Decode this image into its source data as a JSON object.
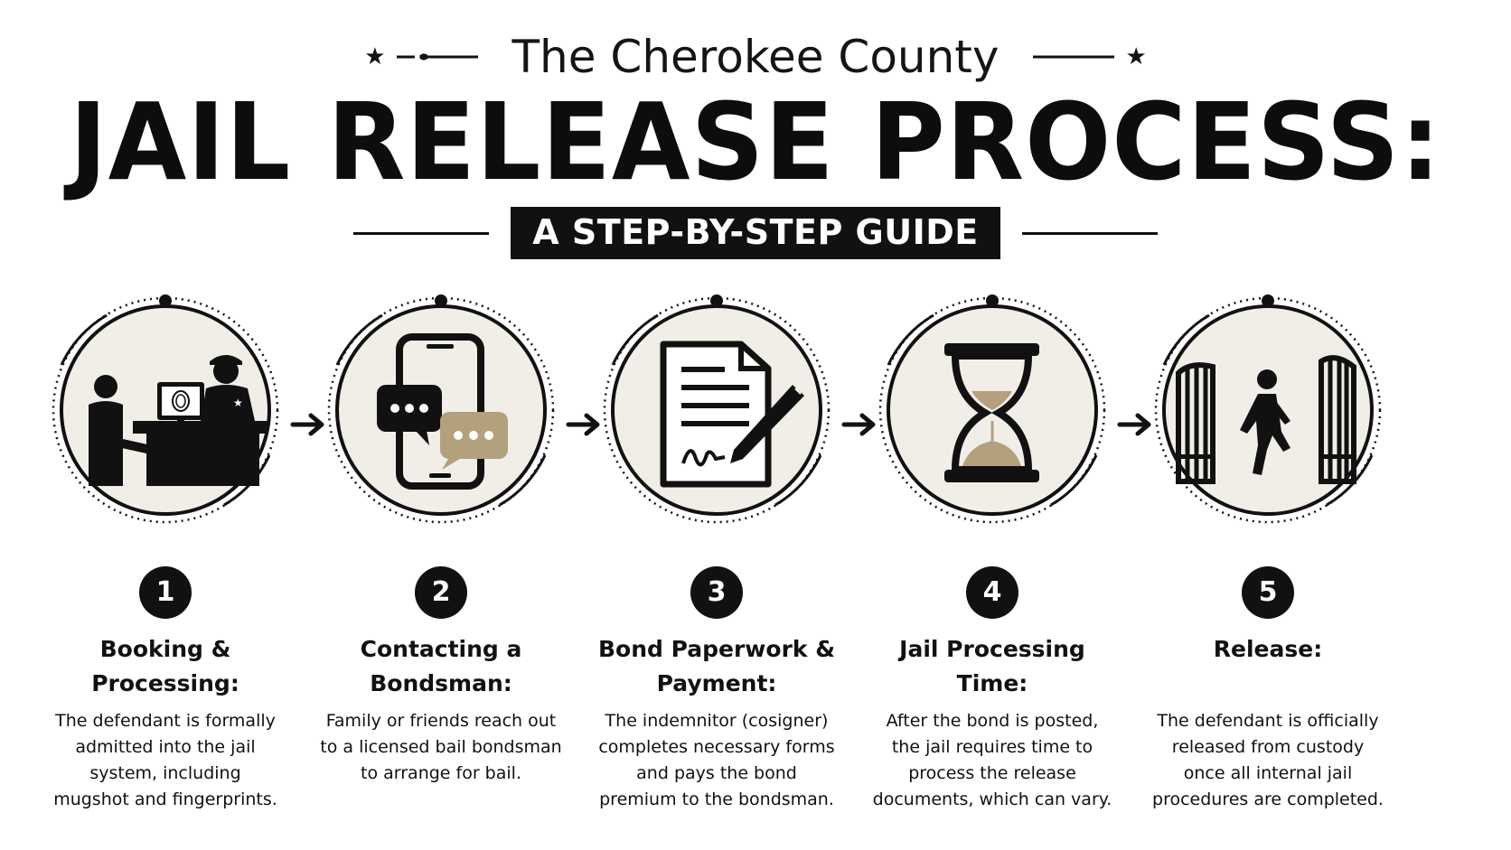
{
  "header": {
    "subtitle": "The Cherokee County",
    "title": "JAIL RELEASE PROCESS:",
    "guide": "A STEP-BY-STEP GUIDE"
  },
  "colors": {
    "ink": "#111111",
    "circle_fill": "#f1eee7",
    "accent_tan": "#b3a07c",
    "background": "#ffffff"
  },
  "steps": [
    {
      "number": "1",
      "title_line1": "Booking &",
      "title_line2": "Processing:",
      "desc": [
        "The defendant is formally",
        "admitted into the jail",
        "system, including",
        "mugshot and fingerprints."
      ],
      "icon": "booking-desk-icon"
    },
    {
      "number": "2",
      "title_line1": "Contacting a",
      "title_line2": "Bondsman:",
      "desc": [
        "Family or friends reach out",
        "to a licensed bail bondsman",
        "to arrange for bail."
      ],
      "icon": "phone-chat-icon"
    },
    {
      "number": "3",
      "title_line1": "Bond Paperwork &",
      "title_line2": "Payment:",
      "desc": [
        "The indemnitor (cosigner)",
        "completes necessary forms",
        "and pays the bond",
        "premium to the bondsman."
      ],
      "icon": "document-pen-icon"
    },
    {
      "number": "4",
      "title_line1": "Jail Processing",
      "title_line2": "Time:",
      "desc": [
        "After the bond is posted,",
        "the jail requires time to",
        "process the release",
        "documents, which can vary."
      ],
      "icon": "hourglass-icon"
    },
    {
      "number": "5",
      "title_line1": "Release:",
      "title_line2": "",
      "desc": [
        "The defendant is officially",
        "released from custody",
        "once all internal jail",
        "procedures are completed."
      ],
      "icon": "gate-walking-person-icon"
    }
  ]
}
